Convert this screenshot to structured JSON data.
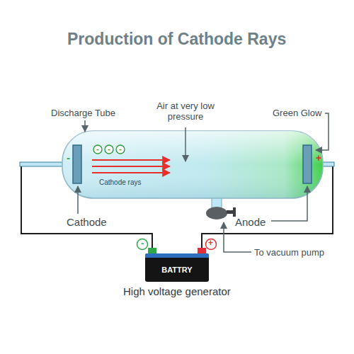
{
  "diagram": {
    "title": "Production of Cathode Rays",
    "nodes": [
      {
        "text": [
          "BATTRY",
          "High voltage generator"
        ]
      }
    ],
    "labels": [
      "Discharge Tube",
      "Air at very low pressure",
      "Green Glow",
      "-",
      "+",
      "-",
      "-",
      "-",
      "Cathode rays",
      "Cathode",
      "Anode",
      "To vacuum pump",
      "-",
      "+"
    ]
  }
}
